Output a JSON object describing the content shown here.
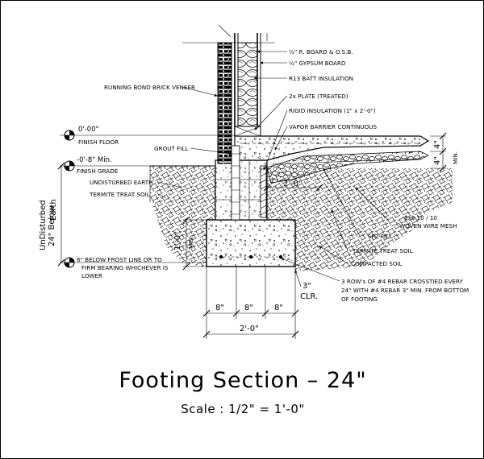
{
  "callouts": {
    "r_board": "½\" R. BOARD & O.S.B.",
    "gypsum": "½\" GYPSUM BOARD",
    "batt": "R13 BATT INSULATION",
    "plate": "2x PLATE (TREATED)",
    "rigid": "RIGID INSULATION (1\" x 2'-0\")",
    "vapor": "VAPOR BARRIER CONTINUOUS",
    "brick": "RUNNING BOND BRICK VENEER",
    "grout": "GROUT FILL",
    "undisturbed": "UNDISTURBED EARTH",
    "termite_left": "TERMITE TREAT SOIL",
    "mesh_1": "6x6 10 / 10",
    "mesh_2": "WOVEN WIRE MESH",
    "sp2": "SP2 FILL",
    "termite_right": "TERMITE TREAT SOIL",
    "compacted": "COMPACTED SOIL",
    "rebar_1": "3 ROW's OF #4 REBAR CROSSTIED EVERY",
    "rebar_2": "24\" WITH #4 REBAR 3\" MIN. FROM BOTTOM",
    "rebar_3": "OF FOOTING",
    "frost_1": "6\" BELOW FROST LINE  OR TO",
    "frost_2": "FIRM BEARING WHICHEVER IS",
    "frost_3": "LOWER"
  },
  "elevations": {
    "floor_value": "0'-00\"",
    "floor_label": "FINISH FLOOR",
    "grade_value": "-0'-8\" Min.",
    "grade_label": "FINISH GRADE"
  },
  "dimensions": {
    "below_1": "24\" Below",
    "below_2": "UnDisturbed",
    "below_3": "Earth",
    "footing_height": "1'-0\"",
    "footing_height_min": "MIN.",
    "slab_1": "4\"",
    "slab_2": "4\"",
    "slab_min": "MIN.",
    "perimeter": "2'-0\"",
    "clearance": "3\"",
    "clearance_label": "CLR.",
    "seg_1": "8\"",
    "seg_2": "8\"",
    "seg_3": "8\"",
    "overall": "2'-0\""
  },
  "title": "Footing Section – 24\"",
  "scale": "Scale : 1/2\" = 1'-0\""
}
